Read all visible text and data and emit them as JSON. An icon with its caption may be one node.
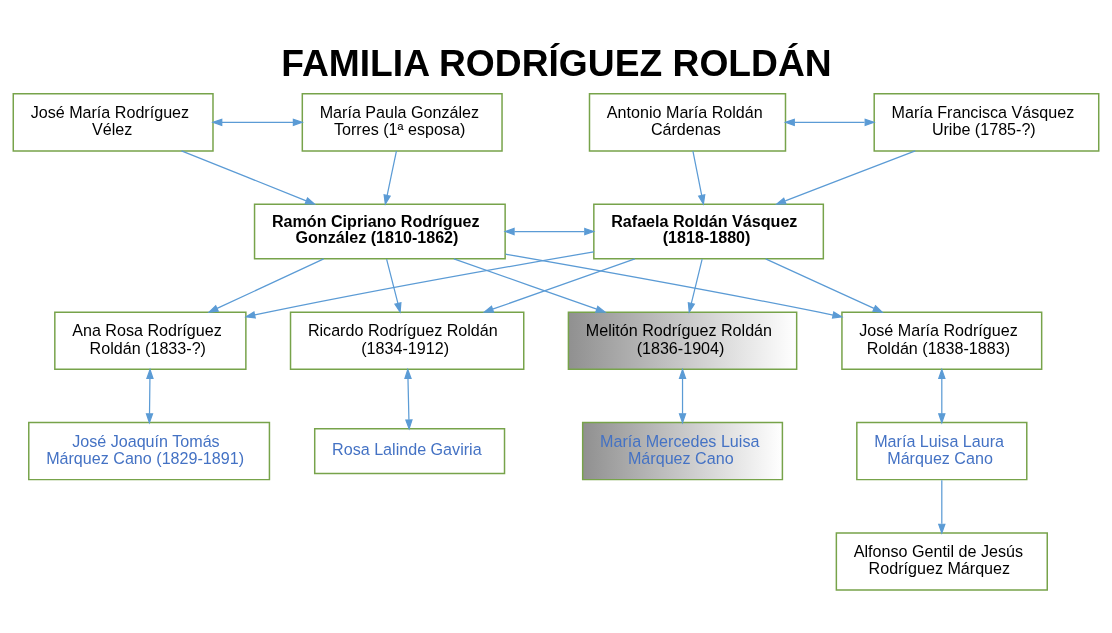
{
  "diagram": {
    "title": "FAMILIA RODRÍGUEZ ROLDÁN",
    "nodes": [
      {
        "text": [
          "José María Rodríguez Vélez"
        ]
      },
      {
        "text": [
          "María Paula González Torres (1ª esposa)"
        ]
      },
      {
        "text": [
          "Antonio María Roldán Cárdenas"
        ]
      },
      {
        "text": [
          "María Francisca Vásquez Uribe (1785-?)"
        ]
      },
      {
        "text": [
          "Ramón Cipriano Rodríguez González (1810-1862)"
        ]
      },
      {
        "text": [
          "Rafaela Roldán Vásquez (1818-1880)"
        ]
      },
      {
        "text": [
          "Ana Rosa Rodríguez Roldán (1833-?)"
        ]
      },
      {
        "text": [
          "Ricardo Rodríguez Roldán (1834-1912)"
        ]
      },
      {
        "text": [
          "Melitón Rodríguez Roldán (1836-1904)"
        ]
      },
      {
        "text": [
          "José María Rodríguez Roldán (1838-1883)"
        ]
      },
      {
        "text": [
          "José Joaquín Tomás Márquez Cano (1829-1891)"
        ]
      },
      {
        "text": [
          "Rosa Lalinde Gaviria"
        ]
      },
      {
        "text": [
          "María Mercedes Luisa Márquez Cano"
        ]
      },
      {
        "text": [
          "María Luisa Laura Márquez Cano"
        ]
      },
      {
        "text": [
          "Alfonso Gentil de Jesús Rodríguez Márquez"
        ]
      }
    ],
    "edges": [
      {
        "from": 0,
        "to": 1,
        "arrow": "both"
      },
      {
        "from": 0,
        "to": 4,
        "arrow": "to"
      },
      {
        "from": 1,
        "to": 4,
        "arrow": "to"
      },
      {
        "from": 2,
        "to": 3,
        "arrow": "both"
      },
      {
        "from": 2,
        "to": 5,
        "arrow": "to"
      },
      {
        "from": 3,
        "to": 5,
        "arrow": "to"
      },
      {
        "from": 4,
        "to": 5,
        "arrow": "both"
      },
      {
        "from": 4,
        "to": 6,
        "arrow": "to"
      },
      {
        "from": 5,
        "to": 6,
        "arrow": "to"
      },
      {
        "from": 4,
        "to": 7,
        "arrow": "to"
      },
      {
        "from": 5,
        "to": 7,
        "arrow": "to"
      },
      {
        "from": 4,
        "to": 8,
        "arrow": "to"
      },
      {
        "from": 5,
        "to": 8,
        "arrow": "to"
      },
      {
        "from": 4,
        "to": 9,
        "arrow": "to"
      },
      {
        "from": 5,
        "to": 9,
        "arrow": "to"
      },
      {
        "from": 6,
        "to": 10,
        "arrow": "both"
      },
      {
        "from": 7,
        "to": 11,
        "arrow": "both"
      },
      {
        "from": 8,
        "to": 12,
        "arrow": "both"
      },
      {
        "from": 9,
        "to": 13,
        "arrow": "both"
      },
      {
        "from": 13,
        "to": 14,
        "arrow": "to"
      }
    ]
  }
}
